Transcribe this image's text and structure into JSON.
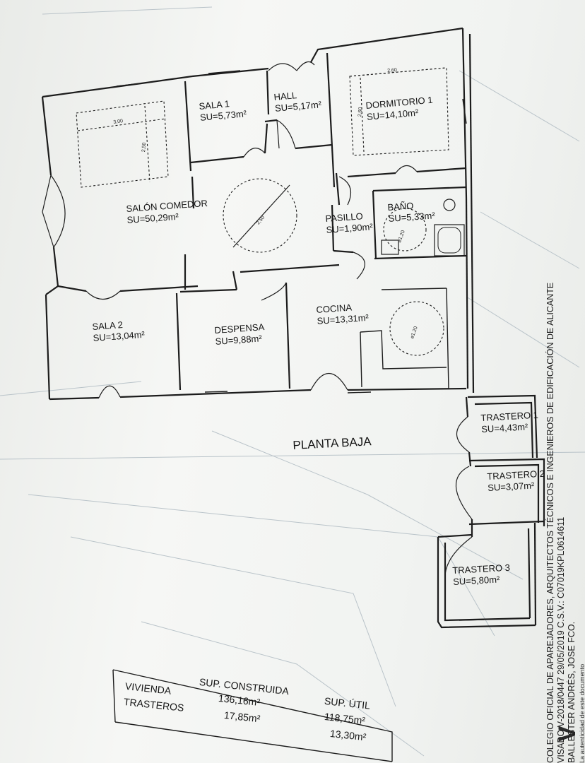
{
  "plan": {
    "title": "PLANTA BAJA",
    "rooms": [
      {
        "name": "SALA 1",
        "area": "SU=5,73m²"
      },
      {
        "name": "HALL",
        "area": "SU=5,17m²"
      },
      {
        "name": "DORMITORIO 1",
        "area": "SU=14,10m²"
      },
      {
        "name": "SALÓN COMEDOR",
        "area": "SU=50,29m²"
      },
      {
        "name": "PASILLO",
        "area": "SU=1,90m²"
      },
      {
        "name": "BAÑO",
        "area": "SU=5,33m²"
      },
      {
        "name": "SALA 2",
        "area": "SU=13,04m²"
      },
      {
        "name": "DESPENSA",
        "area": "SU=9,88m²"
      },
      {
        "name": "COCINA",
        "area": "SU=13,31m²"
      },
      {
        "name": "TRASTERO 1",
        "area": "SU=4,43m²"
      },
      {
        "name": "TRASTERO 2",
        "area": "SU=3,07m²"
      },
      {
        "name": "TRASTERO 3",
        "area": "SU=5,80m²"
      }
    ],
    "dimensions": {
      "salon_width": "3,00",
      "salon_height": "2,50",
      "salon_circle": "2,50",
      "dorm_width": "2,60",
      "dorm_height": "2,60",
      "bano_circle": "ø1,20",
      "cocina_circle": "ø1,20"
    }
  },
  "table": {
    "col_construida": "SUP. CONSTRUIDA",
    "col_util": "SUP. ÚTIL",
    "row_vivienda": "VIVIENDA",
    "row_trasteros": "TRASTEROS",
    "vivienda_construida": "136,16m²",
    "trasteros_construida": "17,85m²",
    "vivienda_util": "118,75m²",
    "trasteros_util": "13,30m²"
  },
  "stamp": {
    "line1": "COLEGIO OFICIAL DE APAREJADORES, ARQUITECTOS TÉCNICOS E INGENIEROS DE EDIFICACIÓN DE ALICANTE",
    "line2": "VISADO   V-2018/0447   29/05/2019 C.S.V.: C07019KPL0614611",
    "line3": "BALLESTER ANDRÉS, JOSE FCO.",
    "line4": "La autenticidad de este documento",
    "logo": "V"
  },
  "colors": {
    "line": "#1c1c1c",
    "paper": "#f3f4f2",
    "ghost": "#b9c3c9"
  }
}
